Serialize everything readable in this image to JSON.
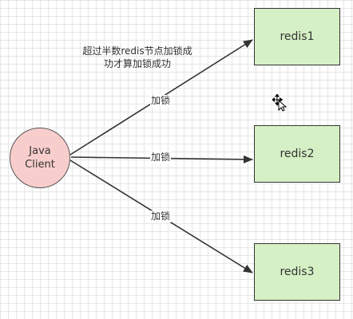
{
  "diagram": {
    "client": {
      "line1": "Java",
      "line2": "Client"
    },
    "nodes": [
      "redis1",
      "redis2",
      "redis3"
    ],
    "edge_labels": [
      "加锁",
      "加锁",
      "加锁"
    ],
    "note": {
      "line1": "超过半数redis节点加锁成",
      "line2": "功才算加锁成功"
    }
  },
  "colors": {
    "client_fill": "#f8cecc",
    "redis_fill": "#d5f0c5",
    "edge": "#333333"
  },
  "icons": {
    "cursor": "move-cursor-icon"
  }
}
